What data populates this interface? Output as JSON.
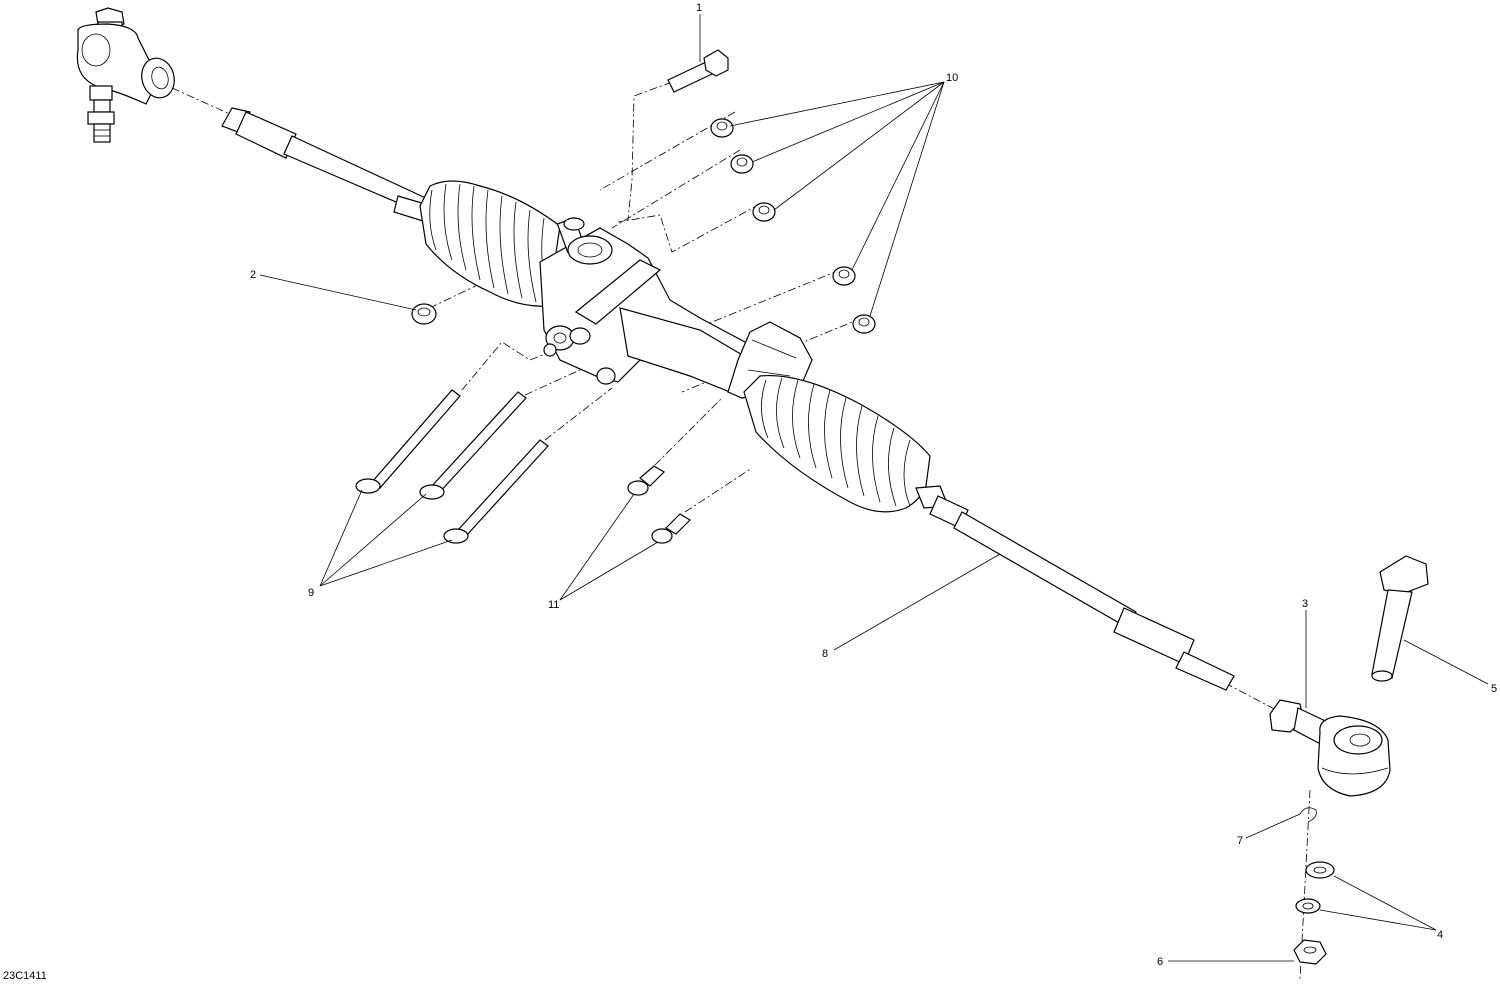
{
  "figure_id": "23C1411",
  "callouts": [
    "1",
    "2",
    "3",
    "4",
    "5",
    "6",
    "7",
    "8",
    "9",
    "10",
    "11"
  ]
}
